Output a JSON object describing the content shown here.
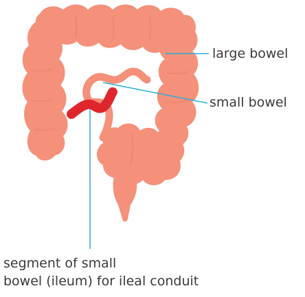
{
  "labels": {
    "large_bowel": "large bowel",
    "small_bowel": "small bowel",
    "segment_line1": "segment of small",
    "segment_line2": "bowel (ileum) for ileal conduit"
  },
  "colors": {
    "bowel_fill": "#f5907a",
    "bowel_shade": "#ec7f69",
    "ileum_segment": "#e0262d",
    "pointer_line": "#2aaed6",
    "text": "#3a3a3a"
  }
}
